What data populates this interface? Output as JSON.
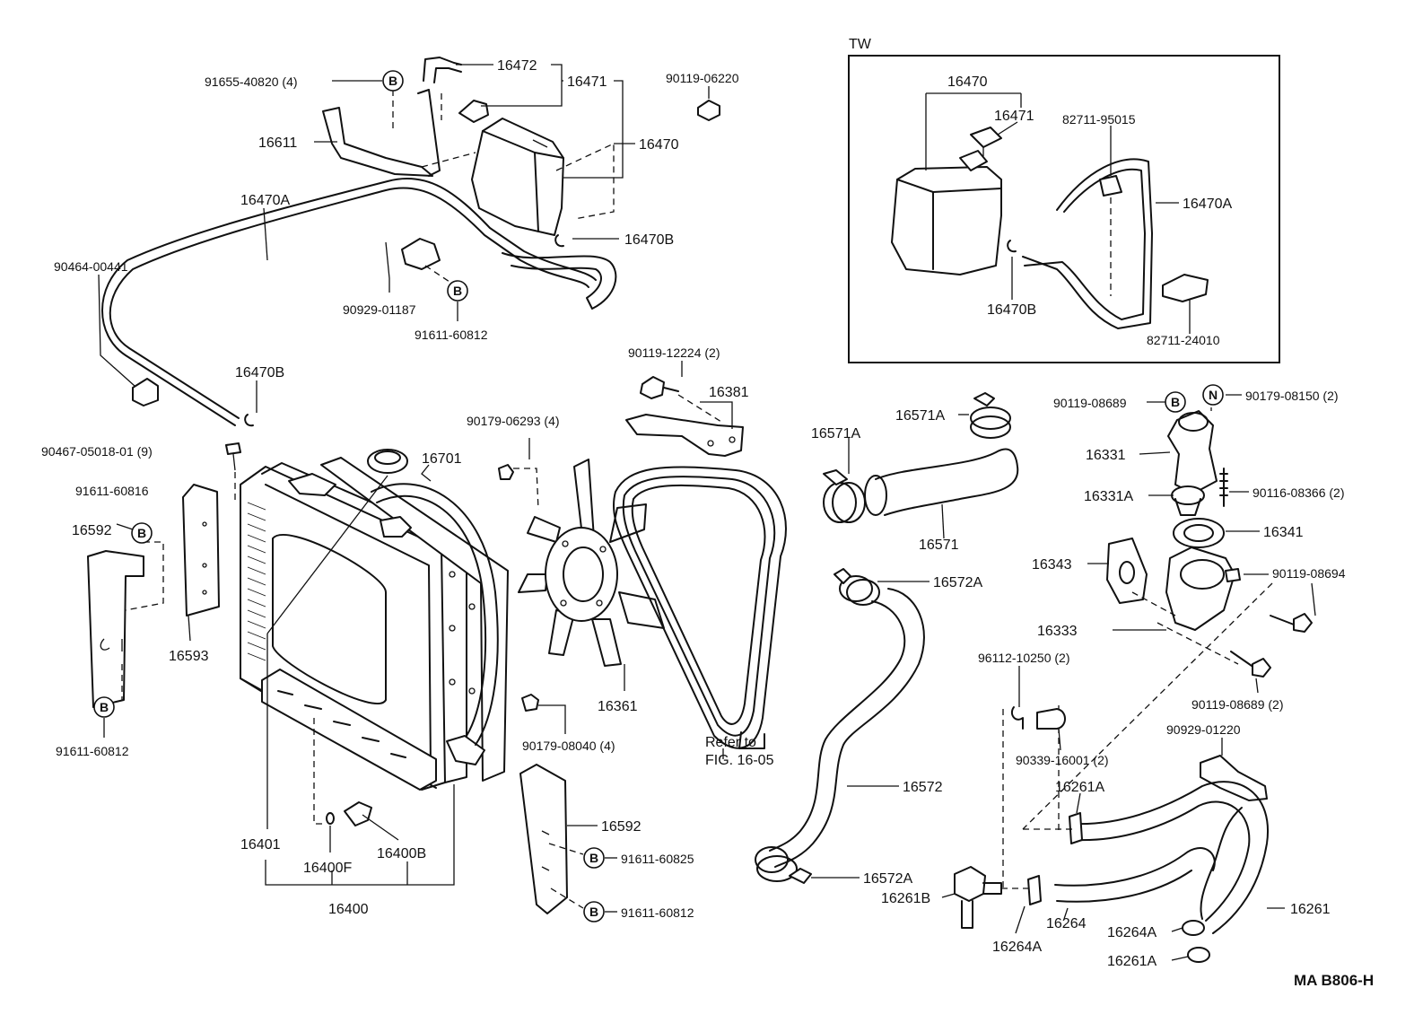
{
  "inset": {
    "title": "TW"
  },
  "footer": {
    "code": "MA B806-H"
  },
  "refer": {
    "line1": "Refer to",
    "line2": "FIG. 16-05"
  },
  "marker_letters": {
    "b": "B",
    "n": "N"
  },
  "labels": {
    "l_91655_40820": "91655-40820 (4)",
    "l_16472": "16472",
    "l_16471": "16471",
    "l_90119_06220": "90119-06220",
    "l_16470": "16470",
    "l_16611": "16611",
    "l_16470A": "16470A",
    "l_16470B_top": "16470B",
    "l_90464_00441": "90464-00441",
    "l_90929_01187": "90929-01187",
    "l_91611_60812_top": "91611-60812",
    "l_16470B_mid": "16470B",
    "l_90467_05018": "90467-05018-01 (9)",
    "l_91611_60816": "91611-60816",
    "l_16592_left": "16592",
    "l_16593": "16593",
    "l_91611_60812_left": "91611-60812",
    "l_16701": "16701",
    "l_90179_06293": "90179-06293 (4)",
    "l_90119_12224": "90119-12224 (2)",
    "l_16381": "16381",
    "l_16361": "16361",
    "l_90179_08040": "90179-08040 (4)",
    "l_16401": "16401",
    "l_16400F": "16400F",
    "l_16400B": "16400B",
    "l_16400": "16400",
    "l_16592_bot": "16592",
    "l_91611_60825": "91611-60825",
    "l_91611_60812_bot": "91611-60812",
    "l_16571A_a": "16571A",
    "l_16571A_b": "16571A",
    "l_16571": "16571",
    "l_16572A_top": "16572A",
    "l_16572": "16572",
    "l_16572A_bot": "16572A",
    "l_90119_08689_top": "90119-08689",
    "l_90179_08150": "90179-08150 (2)",
    "l_16331": "16331",
    "l_16331A": "16331A",
    "l_90116_08366": "90116-08366 (2)",
    "l_16341": "16341",
    "l_16343": "16343",
    "l_90119_08694": "90119-08694",
    "l_16333": "16333",
    "l_96112_10250": "96112-10250 (2)",
    "l_90119_08689_bot": "90119-08689 (2)",
    "l_90339_16001": "90339-16001 (2)",
    "l_90929_01220": "90929-01220",
    "l_16261A_top": "16261A",
    "l_16261B": "16261B",
    "l_16264": "16264",
    "l_16264A_left": "16264A",
    "l_16264A_right": "16264A",
    "l_16261": "16261",
    "l_16261A_bot": "16261A",
    "t_16470": "16470",
    "t_16471": "16471",
    "t_82711_95015": "82711-95015",
    "t_16470A": "16470A",
    "t_16470B": "16470B",
    "t_82711_24010": "82711-24010"
  }
}
